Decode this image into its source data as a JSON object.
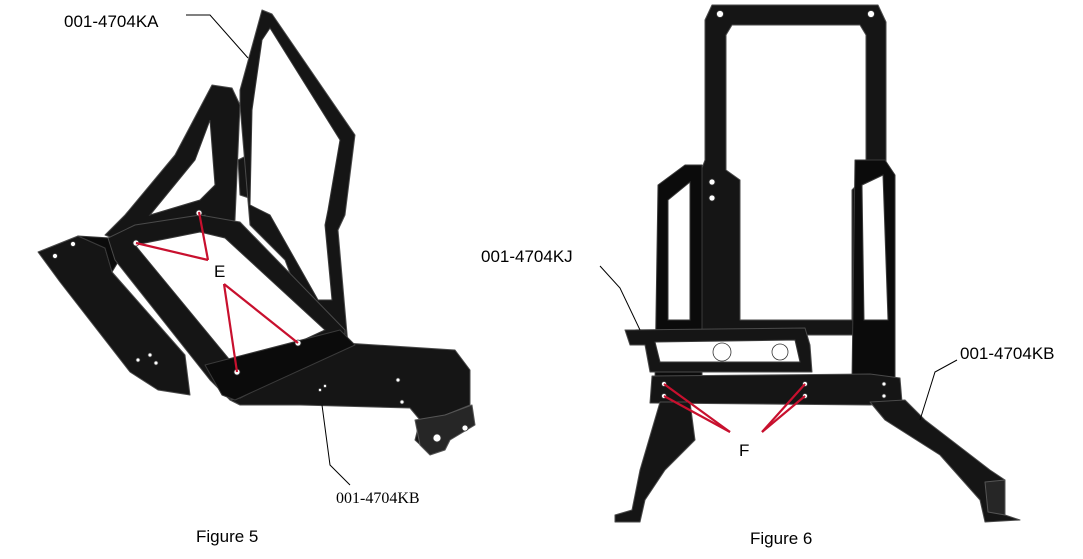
{
  "figures": [
    {
      "caption": "Figure 5",
      "callouts": {
        "top_part": "001-4704KA",
        "bottom_part": "001-4704KB",
        "point": "E"
      }
    },
    {
      "caption": "Figure 6",
      "callouts": {
        "left_part": "001-4704KJ",
        "right_part": "001-4704KB",
        "point": "F"
      }
    }
  ],
  "colors": {
    "part": "#151515",
    "callout_lines": "#c8102e",
    "background": "#ffffff"
  }
}
